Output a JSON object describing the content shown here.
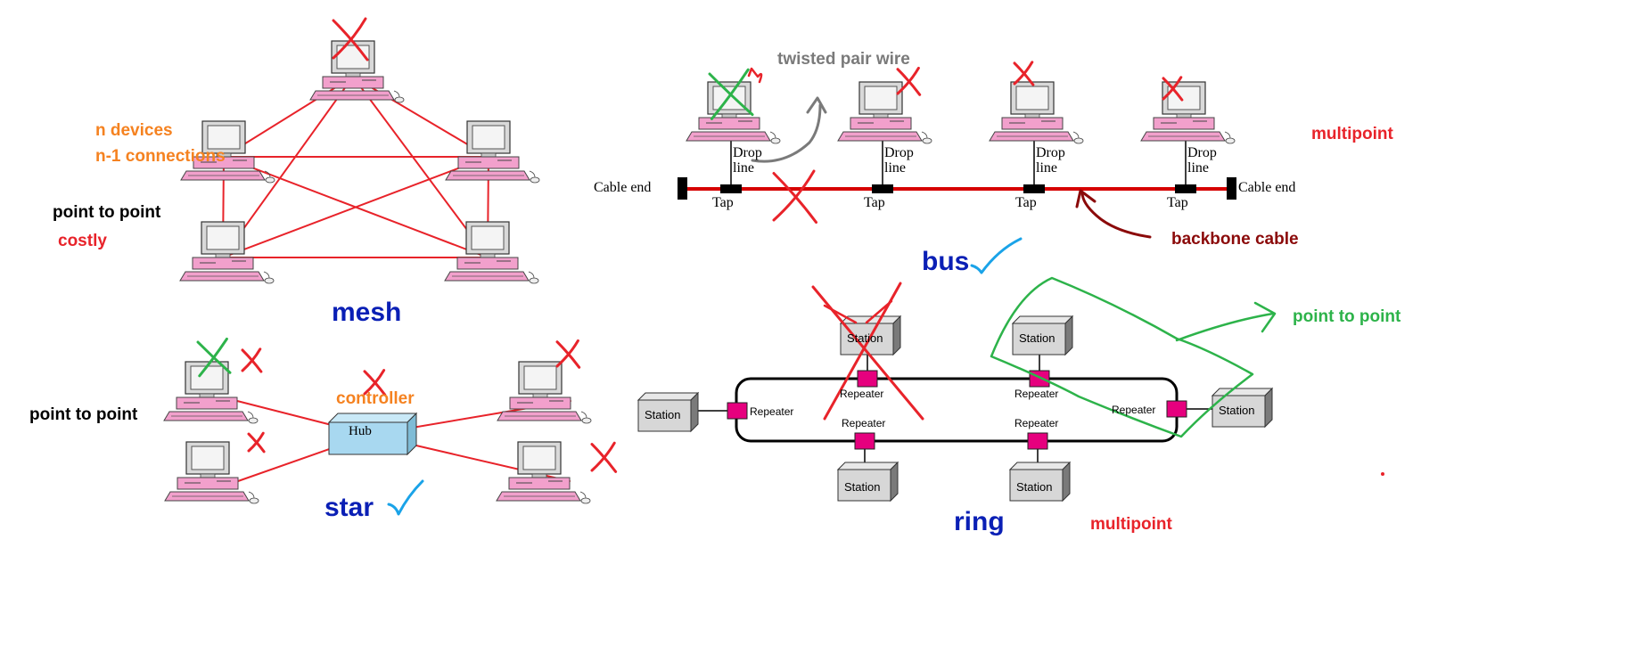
{
  "colors": {
    "pink": "#f2a0cc",
    "link": "#e8232a",
    "bus": "#d60000",
    "annotation_red": "#e8232a",
    "annotation_green": "#2db34a",
    "annotation_blue": "#1aa3e8",
    "title_blue": "#0a1fb5",
    "orange": "#f58220",
    "gray": "#7a7a7a",
    "maroon": "#8b0a0a",
    "repeater": "#e6007e",
    "hub": "#a8d8f0"
  },
  "icons": [
    "computer-icon",
    "station-box-icon",
    "hub-icon",
    "repeater-icon",
    "tap-icon",
    "cable-end-icon"
  ],
  "mesh": {
    "title": "mesh",
    "note_devices": "n devices",
    "note_connections": "n-1 connections",
    "note_type": "point to point",
    "note_cost": "costly"
  },
  "bus": {
    "title": "bus",
    "wire_note": "twisted pair wire",
    "drop_line": "Drop\nline",
    "tap": "Tap",
    "cable_end": "Cable end",
    "type_note": "multipoint",
    "backbone_note": "backbone cable"
  },
  "star": {
    "title": "star",
    "hub": "Hub",
    "controller_note": "controller",
    "type_note": "point to point"
  },
  "ring": {
    "title": "ring",
    "station": "Station",
    "repeater": "Repeater",
    "type_note": "multipoint",
    "link_note": "point to point"
  }
}
